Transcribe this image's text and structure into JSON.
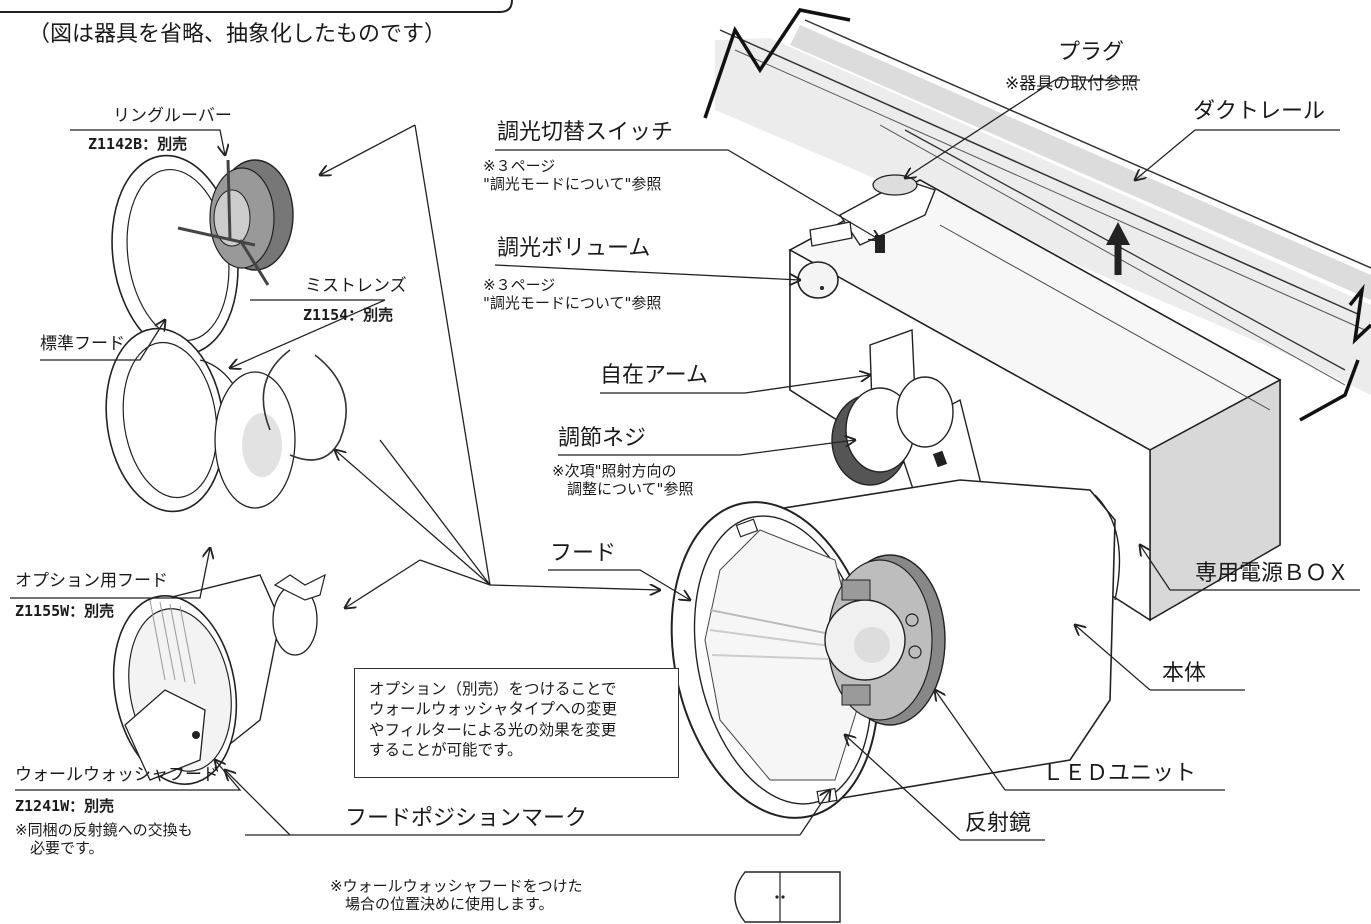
{
  "header": {
    "note": "（図は器具を省略、抽象化したものです）"
  },
  "labels": {
    "plug": "プラグ",
    "plug_ref": "※器具の取付参照",
    "duct_rail": "ダクトレール",
    "dimmer_switch": "調光切替スイッチ",
    "dimmer_switch_ref": "※３ページ\n\"調光モードについて\"参照",
    "dimmer_volume": "調光ボリューム",
    "dimmer_volume_ref": "※３ページ\n\"調光モードについて\"参照",
    "free_arm": "自在アーム",
    "adjust_screw": "調節ネジ",
    "adjust_screw_ref": "※次項\"照射方向の\n　調整について\"参照",
    "hood": "フード",
    "power_box": "専用電源ＢＯＸ",
    "body": "本体",
    "led_unit": "ＬＥＤユニット",
    "reflector": "反射鏡",
    "hood_position_mark": "フードポジションマーク",
    "hood_position_note": "※ウォールウォッシャフードをつけた\n　場合の位置決めに使用します。"
  },
  "options": {
    "ring_louver": {
      "name": "リングルーバー",
      "code": "Z1142B：別売"
    },
    "standard_hood": {
      "name": "標準フード"
    },
    "mist_lens": {
      "name": "ミストレンズ",
      "code": "Z1154：別売"
    },
    "option_hood": {
      "name": "オプション用フード",
      "code": "Z1155W：別売"
    },
    "wall_washer_hood": {
      "name": "ウォールウォッシャフード",
      "code": "Z1241W：別売",
      "note": "※同梱の反射鏡への交換も\n　必要です。"
    }
  },
  "info_box": "オプション（別売）をつけることで\nウォールウォッシャタイプへの変更\nやフィルターによる光の効果を変更\nすることが可能です。"
}
